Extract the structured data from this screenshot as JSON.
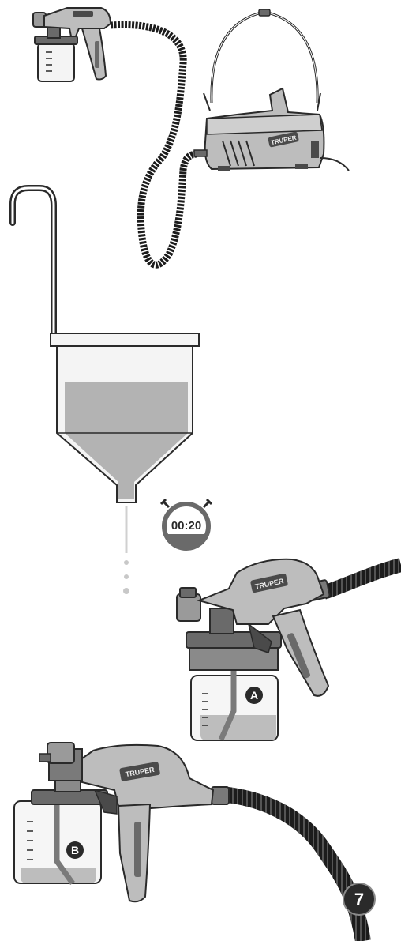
{
  "brand": {
    "logo_text": "TRUPER",
    "color_body": "#bdbdbd",
    "color_dark": "#4a4a4a",
    "color_outline": "#2a2a2a",
    "color_hose": "#1c1c1c",
    "color_liquid": "#b3b3b3"
  },
  "timer": {
    "display": "00:20"
  },
  "callouts": {
    "gun_a": "A",
    "gun_b": "B",
    "step": "7"
  }
}
